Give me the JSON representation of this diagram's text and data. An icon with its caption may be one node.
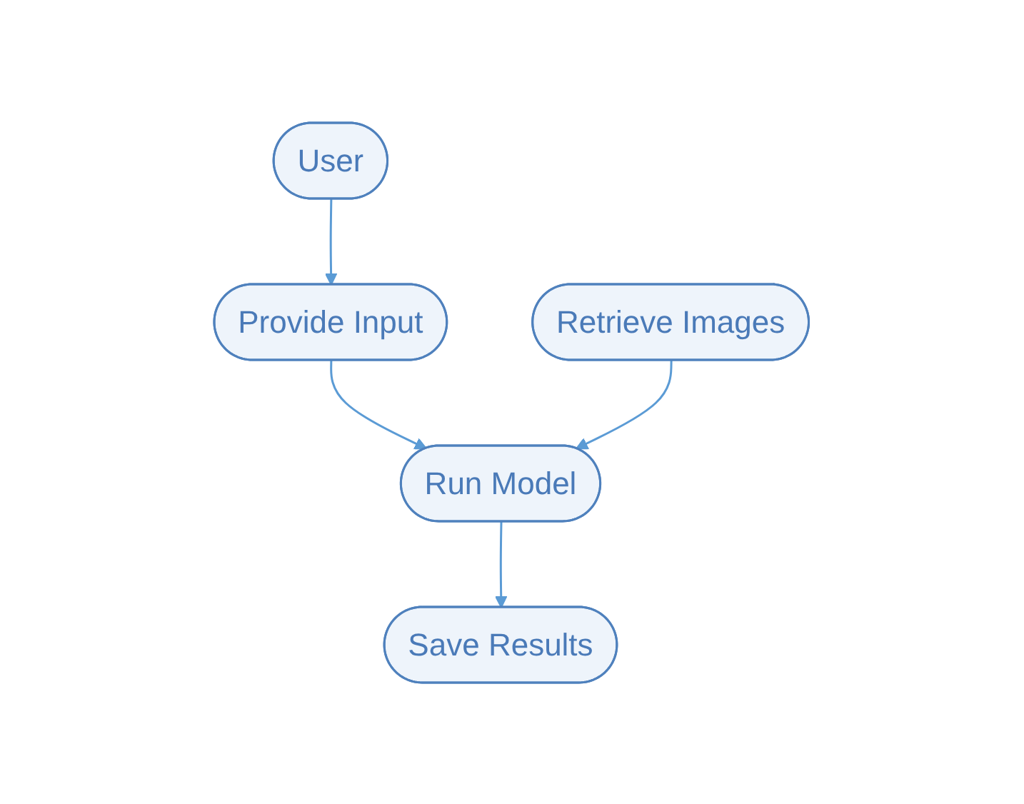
{
  "diagram": {
    "nodes": [
      {
        "text": [
          "User"
        ]
      },
      {
        "text": [
          "Provide Input"
        ]
      },
      {
        "text": [
          "Retrieve Images"
        ]
      },
      {
        "text": [
          "Run Model"
        ]
      },
      {
        "text": [
          "Save Results"
        ]
      }
    ],
    "edges": [
      {
        "from": 0,
        "to": 1,
        "arrow": "to"
      },
      {
        "from": 1,
        "to": 3,
        "arrow": "to"
      },
      {
        "from": 2,
        "to": 3,
        "arrow": "to"
      },
      {
        "from": 3,
        "to": 4,
        "arrow": "to"
      }
    ]
  }
}
